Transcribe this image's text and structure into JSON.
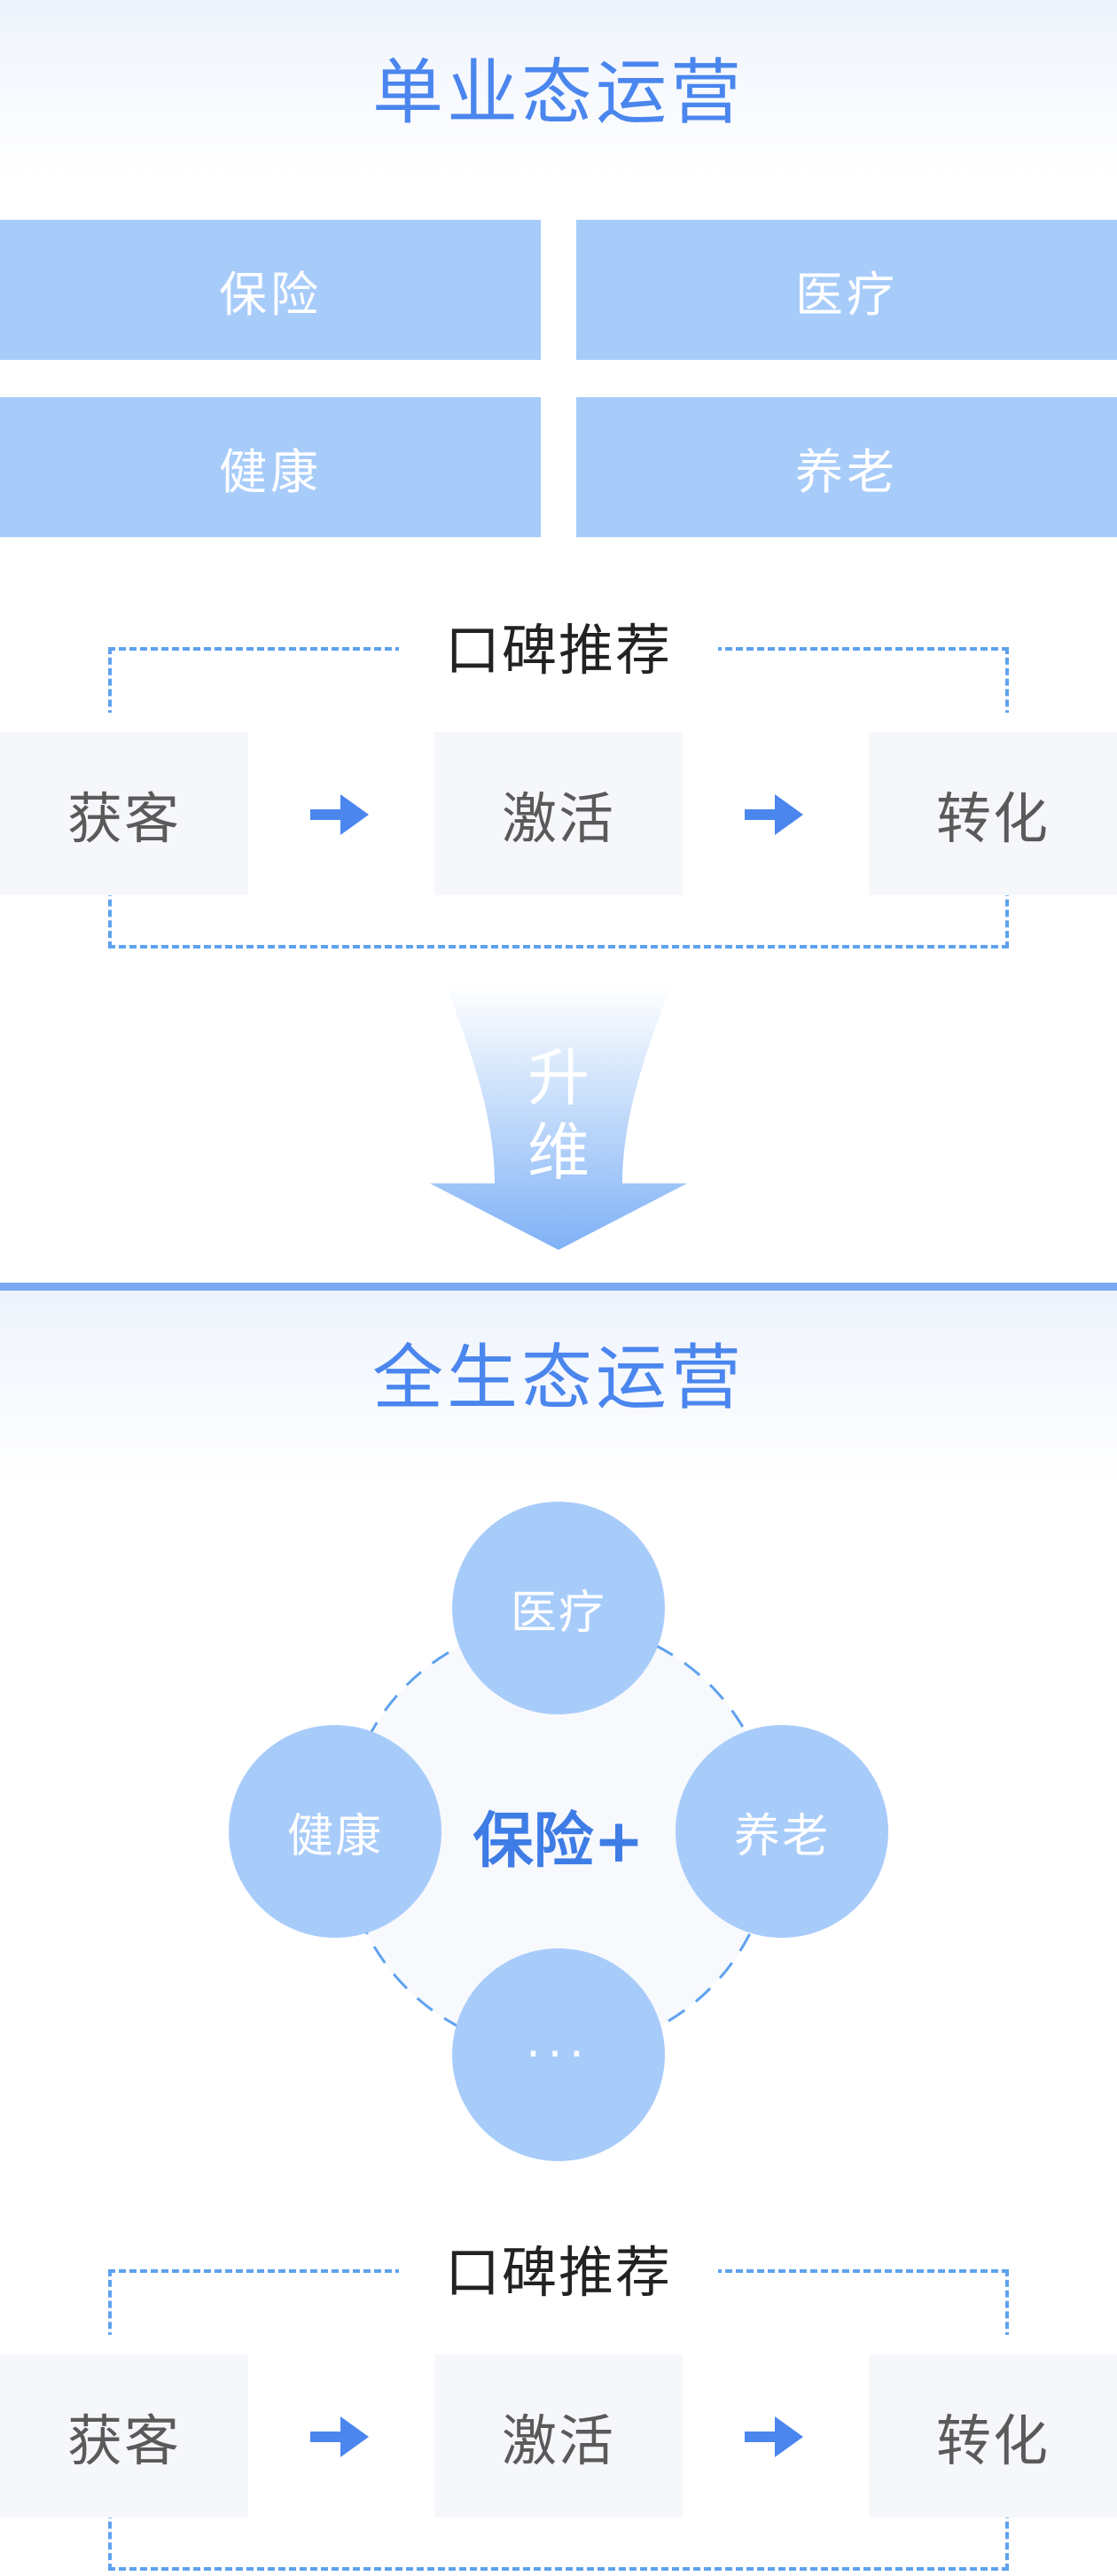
{
  "single": {
    "title": "单业态运营",
    "tiles": [
      "保险",
      "医疗",
      "健康",
      "养老"
    ],
    "flow": {
      "recommend": "口碑推荐",
      "steps": [
        "获客",
        "激活",
        "转化"
      ]
    }
  },
  "upgrade": {
    "label": "升维"
  },
  "eco": {
    "title": "全生态运营",
    "center": "保险+",
    "nodes": [
      "医疗",
      "健康",
      "养老",
      "···"
    ],
    "flow": {
      "recommend": "口碑推荐",
      "steps": [
        "获客",
        "激活",
        "转化"
      ]
    }
  },
  "colors": {
    "accent": "#4a86ee",
    "tile": "#a8ccfa",
    "dash": "#5ea2ef",
    "arrow": "#4a86ee"
  },
  "icons": {
    "flow_arrow": "arrow-right-icon",
    "upgrade_arrow": "arrow-down-icon"
  }
}
